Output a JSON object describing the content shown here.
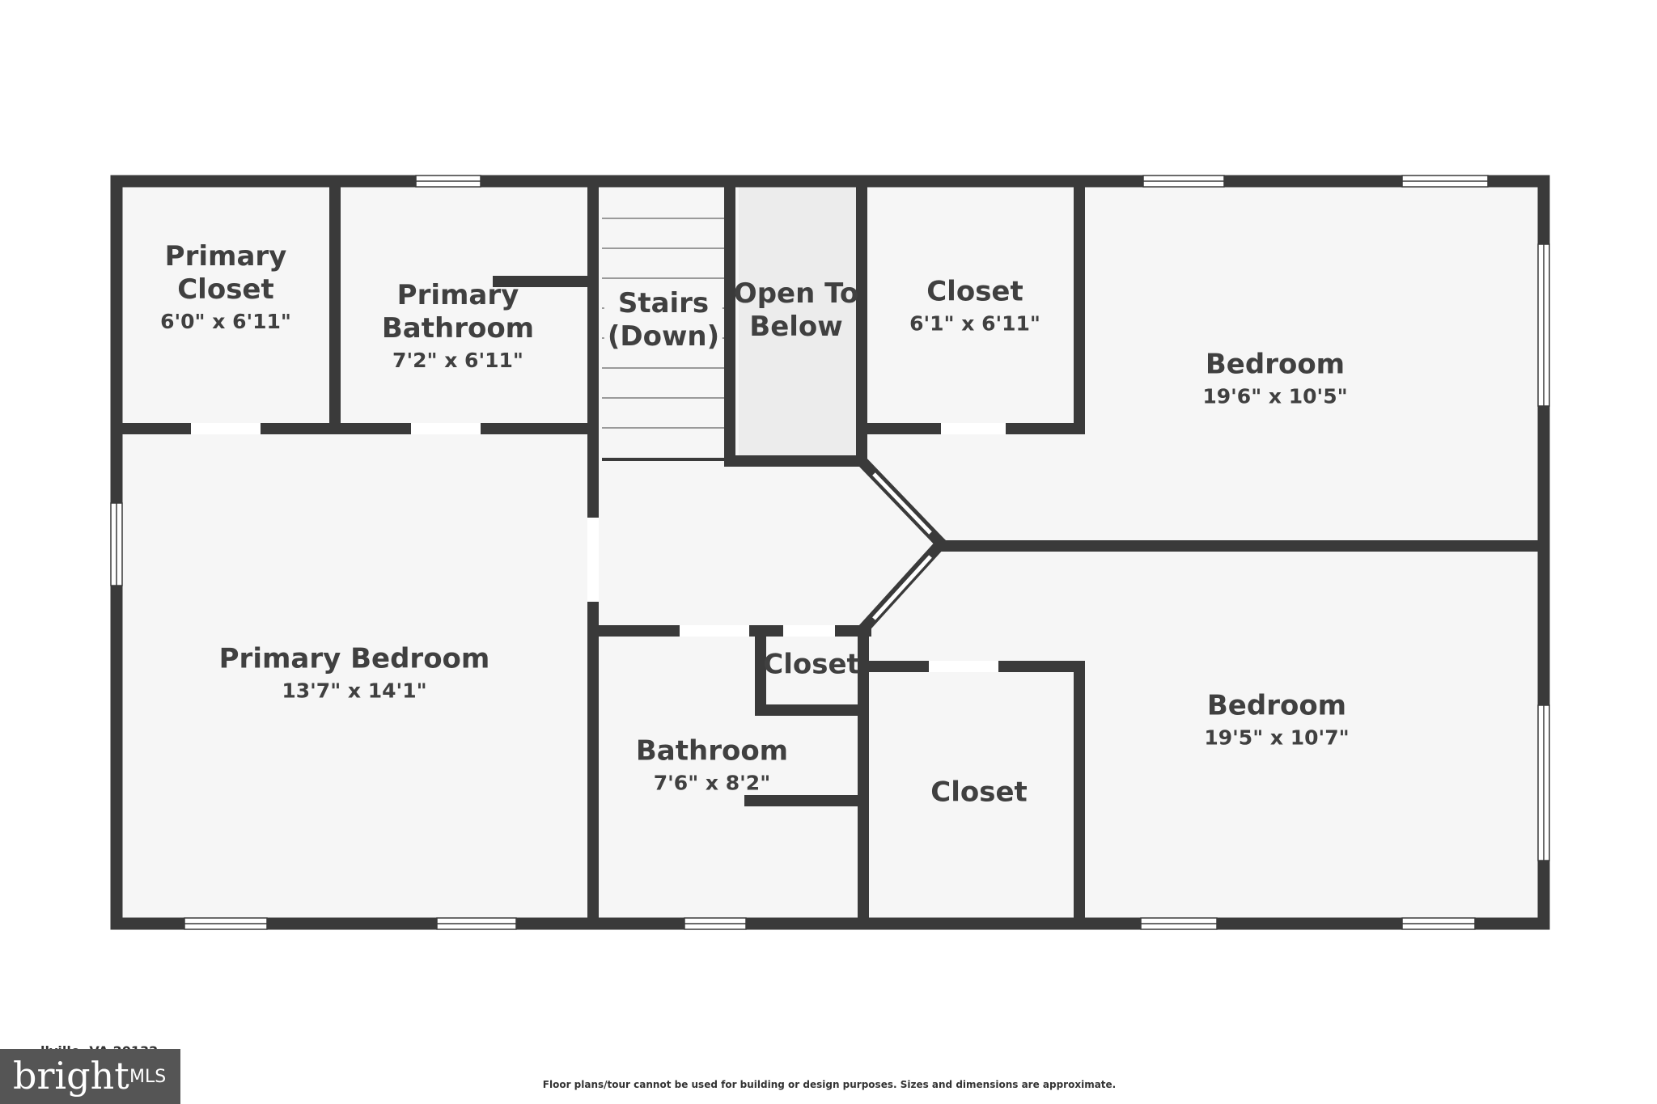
{
  "rooms": [
    {
      "id": "primary-closet",
      "name_lines": [
        "Primary",
        "Closet"
      ],
      "dim": "6'0\" x 6'11\""
    },
    {
      "id": "primary-bathroom",
      "name_lines": [
        "Primary",
        "Bathroom"
      ],
      "dim": "7'2\" x 6'11\""
    },
    {
      "id": "stairs",
      "name_lines": [
        "Stairs",
        "(Down)"
      ],
      "dim": ""
    },
    {
      "id": "open-to-below",
      "name_lines": [
        "Open To",
        "Below"
      ],
      "dim": ""
    },
    {
      "id": "closet-top",
      "name_lines": [
        "Closet"
      ],
      "dim": "6'1\" x 6'11\""
    },
    {
      "id": "bedroom-top",
      "name_lines": [
        "Bedroom"
      ],
      "dim": "19'6\" x 10'5\""
    },
    {
      "id": "primary-bedroom",
      "name_lines": [
        "Primary Bedroom"
      ],
      "dim": "13'7\" x 14'1\""
    },
    {
      "id": "closet-small",
      "name_lines": [
        "Closet"
      ],
      "dim": ""
    },
    {
      "id": "bathroom",
      "name_lines": [
        "Bathroom"
      ],
      "dim": "7'6\" x 8'2\""
    },
    {
      "id": "closet-bottom",
      "name_lines": [
        "Closet"
      ],
      "dim": ""
    },
    {
      "id": "bedroom-bottom",
      "name_lines": [
        "Bedroom"
      ],
      "dim": "19'5\" x 10'7\""
    }
  ],
  "footer": {
    "address": "…llville, VA 20132",
    "disclaimer": "Floor plans/tour cannot be used for building or design purposes. Sizes and dimensions are approximate."
  },
  "logo": {
    "brand": "bright",
    "suffix": "MLS"
  },
  "colors": {
    "wall": "#3a3a3a",
    "floor": "#f6f6f6",
    "open_area": "#ececec",
    "text": "#404040",
    "logo_bg": "#555555"
  }
}
